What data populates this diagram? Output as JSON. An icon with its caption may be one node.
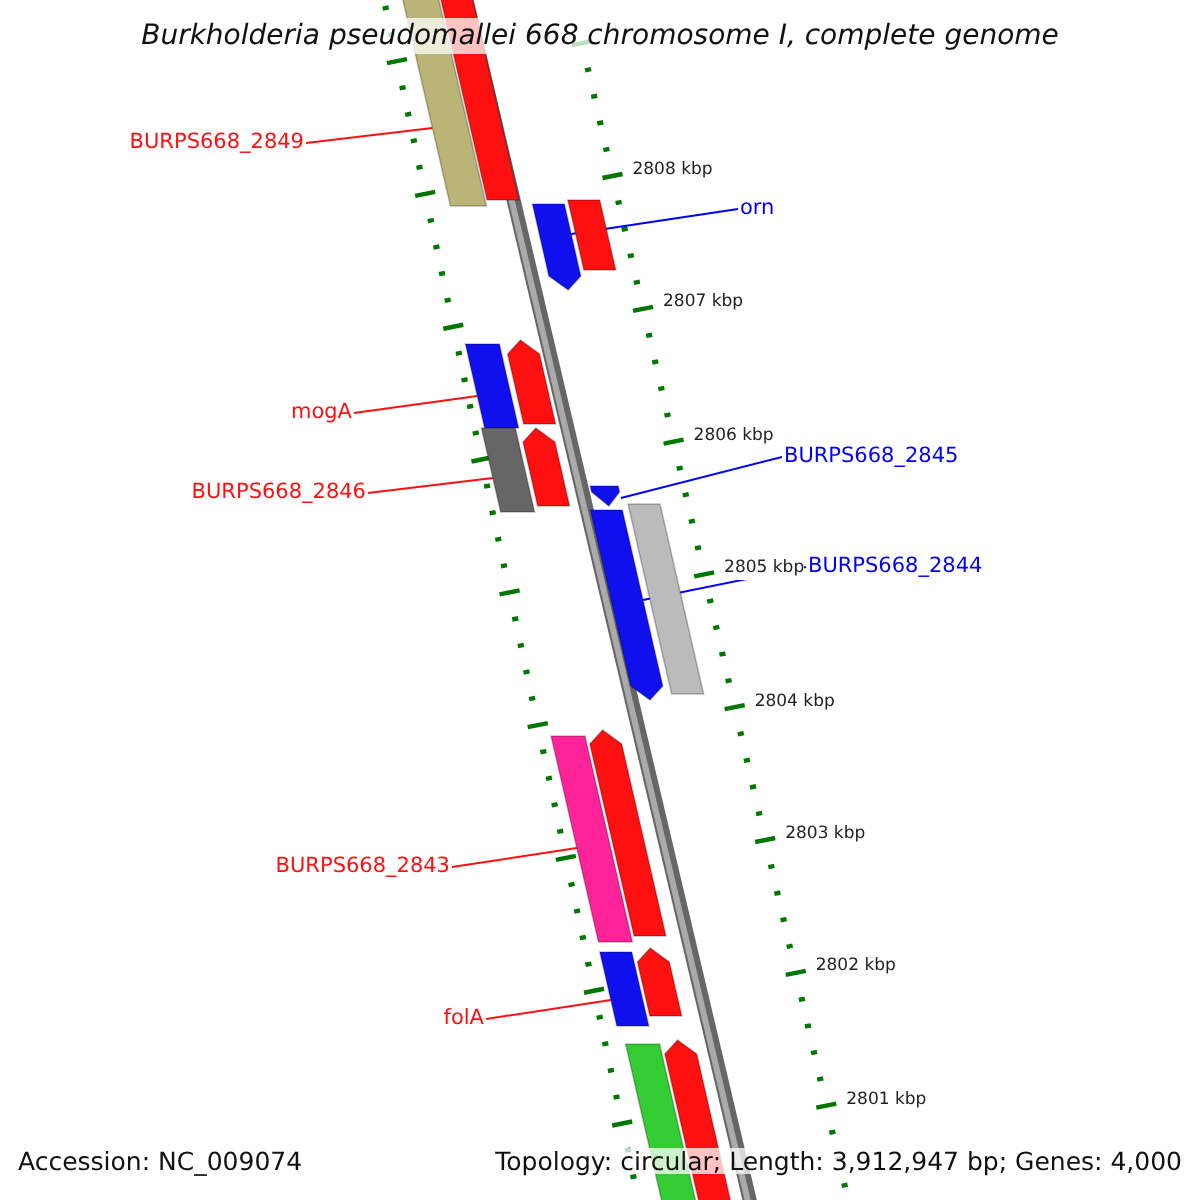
{
  "diagram": {
    "title": "Burkholderia pseudomallei 668 chromosome I, complete genome",
    "nodes": [
      {
        "text": [
          "BURPS668_2849"
        ]
      },
      {
        "text": [],
        "shape": "bar"
      },
      {
        "text": [
          "orn"
        ]
      },
      {
        "text": [],
        "shape": "bar"
      },
      {
        "text": [
          "mogA"
        ]
      },
      {
        "text": [],
        "shape": "bar"
      },
      {
        "text": [
          "BURPS668_2846"
        ]
      },
      {
        "text": [],
        "shape": "bar"
      },
      {
        "text": [
          "BURPS668_2845"
        ]
      },
      {
        "text": [],
        "shape": "bar"
      },
      {
        "text": [
          "BURPS668_2844"
        ]
      },
      {
        "text": [],
        "shape": "bar"
      },
      {
        "text": [
          "BURPS668_2843"
        ]
      },
      {
        "text": [],
        "shape": "bar"
      },
      {
        "text": [
          "folA"
        ]
      },
      {
        "text": [],
        "shape": "bar"
      },
      {
        "text": [],
        "shape": "bar"
      },
      {
        "text": [],
        "shape": "bar"
      },
      {
        "text": [],
        "shape": "bar"
      },
      {
        "text": [],
        "shape": "bar"
      },
      {
        "text": [],
        "shape": "bar"
      },
      {
        "text": [],
        "shape": "bar"
      },
      {
        "text": [],
        "shape": "bar"
      },
      {
        "text": [],
        "shape": "bar"
      },
      {
        "text": [],
        "shape": "bar"
      }
    ],
    "edges": [
      {
        "from": 0,
        "to": 1,
        "arrow": "none"
      },
      {
        "from": 2,
        "to": 3,
        "arrow": "none",
        "color": "#0000ff"
      },
      {
        "from": 4,
        "to": 5,
        "arrow": "none"
      },
      {
        "from": 6,
        "to": 7,
        "arrow": "none"
      },
      {
        "from": 8,
        "to": 9,
        "arrow": "none",
        "color": "#0000ff"
      },
      {
        "from": 10,
        "to": 11,
        "arrow": "none",
        "color": "#0000ff"
      },
      {
        "from": 12,
        "to": 13,
        "arrow": "none"
      },
      {
        "from": 14,
        "to": 15,
        "arrow": "none"
      }
    ],
    "labels": [
      "2808 kbp",
      "2807 kbp",
      "2806 kbp",
      "2805 kbp",
      "2804 kbp",
      "2803 kbp",
      "2802 kbp",
      "2801 kbp",
      "Accession: NC_009074",
      "Topology: circular; Length: 3,912,947 bp; Genes: 4,000"
    ]
  }
}
